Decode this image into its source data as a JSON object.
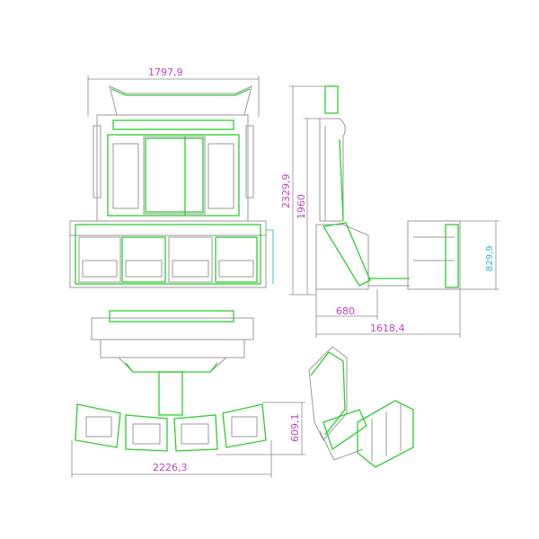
{
  "dimensions": {
    "front_width": "1797,9",
    "total_height": "2329,9",
    "cabinet_height": "1960",
    "seat_height": "829,9",
    "cabinet_depth": "680",
    "total_depth": "1618,4",
    "seats_depth": "609,1",
    "seats_width": "2226,3"
  },
  "colors": {
    "outline": "#9a9a9a",
    "highlight": "#2ecc2e",
    "dimension": "#c040c8",
    "dimension_alt": "#2ab8c8"
  }
}
